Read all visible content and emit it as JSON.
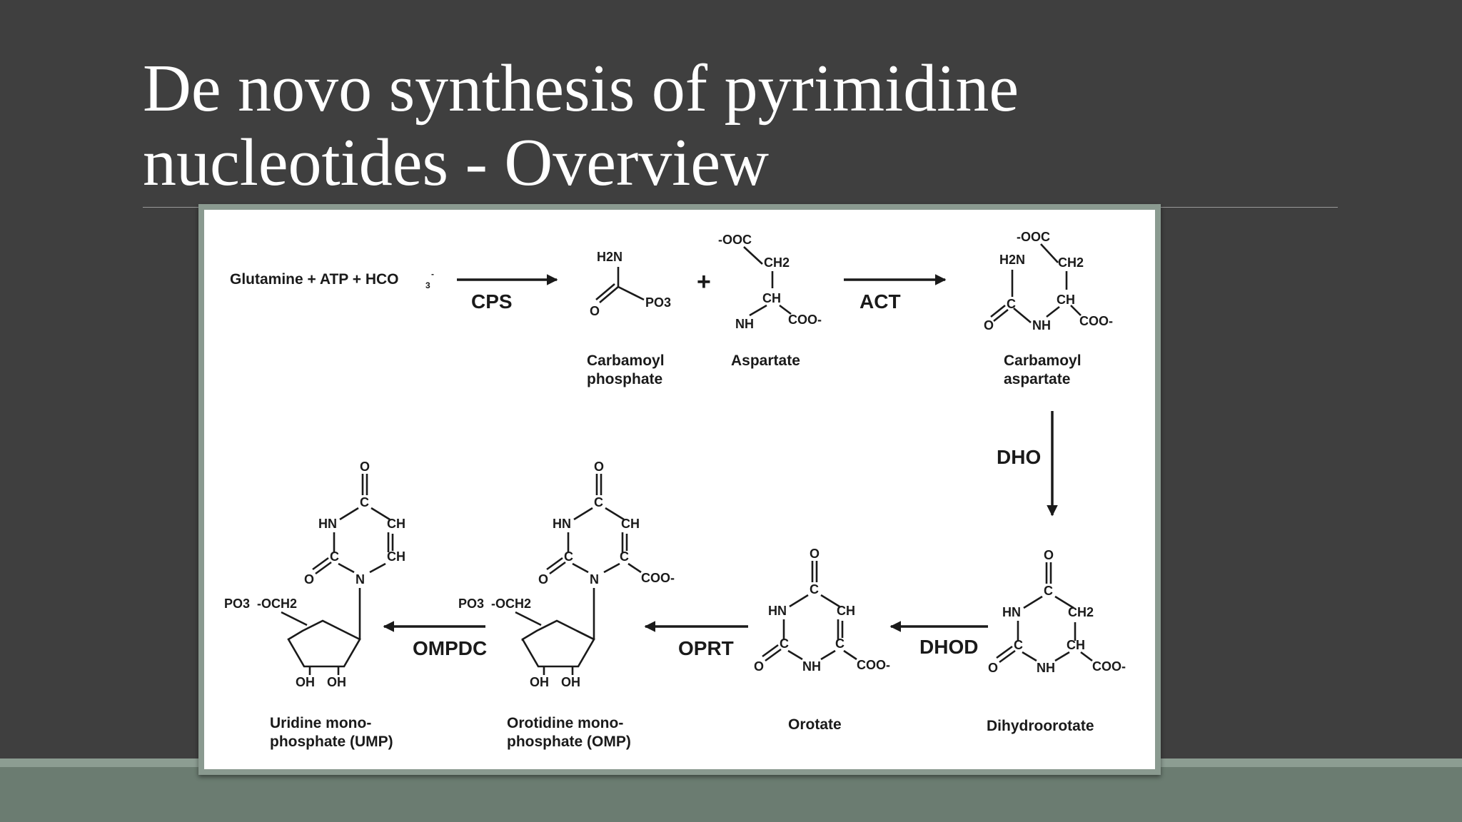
{
  "slide": {
    "title_line1": "De novo synthesis of pyrimidine",
    "title_line2": "nucleotides - Overview"
  },
  "diagram": {
    "reactants": "Glutamine + ATP + HCO",
    "plus": "+",
    "enzymes": {
      "cps": "CPS",
      "act": "ACT",
      "dho": "DHO",
      "dhod": "DHOD",
      "oprt": "OPRT",
      "ompdc": "OMPDC"
    },
    "labels": {
      "carbamoyl_phosphate_1": "Carbamoyl",
      "carbamoyl_phosphate_2": "phosphate",
      "aspartate": "Aspartate",
      "carbamoyl_aspartate_1": "Carbamoyl",
      "carbamoyl_aspartate_2": "aspartate",
      "dihydroorotate": "Dihydroorotate",
      "orotate": "Orotate",
      "omp_1": "Orotidine mono-",
      "omp_2": "phosphate (OMP)",
      "ump_1": "Uridine mono-",
      "ump_2": "phosphate (UMP)"
    },
    "atoms": {
      "h2n": "H2N",
      "po3": "PO3",
      "ooc": "-OOC",
      "ch2": "CH2",
      "ch": "CH",
      "nh": "NH",
      "coo": "COO-",
      "hn": "HN",
      "c": "C",
      "o": "O",
      "n": "N",
      "oh": "OH",
      "och2": "-OCH2",
      "po3_2": "PO3"
    }
  },
  "colors": {
    "background": "#3f3f3f",
    "title": "#ffffff",
    "band_light": "#8c9d92",
    "band_dark": "#6b7c71",
    "panel": "#ffffff"
  }
}
